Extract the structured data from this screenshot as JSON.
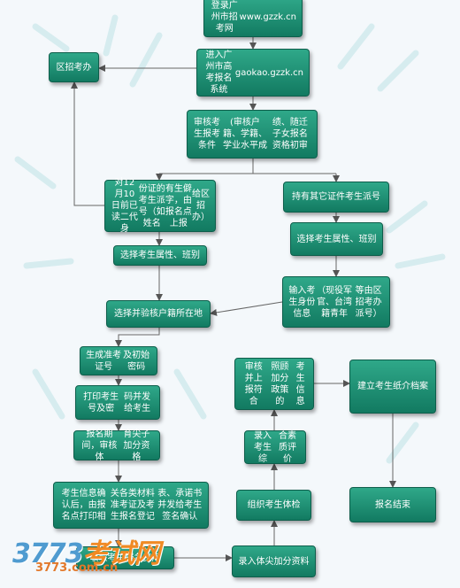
{
  "nodes": {
    "login": [
      "登录广州市招考网",
      "www.gzzk.cn"
    ],
    "enter_system": [
      "进入广州市高考报名系统",
      "gaokao.gzzk.cn"
    ],
    "district_office": [
      "区招考办"
    ],
    "review": [
      "审核考生报考条件",
      "(审核户籍、学籍、学业水平成",
      "绩、随迁子女报名资格初审"
    ],
    "id_card_assign": [
      "对12月10日前已读二代身",
      "份证的考生派号（如姓名",
      "有生僻字，由报名点上报",
      "给区招办）"
    ],
    "other_id_assign": [
      "持有其它证件考生派号"
    ],
    "select_attr_left": [
      "选择考生属性、班别"
    ],
    "select_attr_right": [
      "选择考生属性、班别"
    ],
    "enter_info": [
      "输入考生身份信息",
      "（现役军官、台湾籍青年",
      "等由区招考办派号）"
    ],
    "select_household": [
      "选择并验核户籍所在地"
    ],
    "gen_number": [
      "生成准考证号",
      "及初始密码"
    ],
    "print_number": [
      "打印考生号及密",
      "码并发给考生"
    ],
    "sports_review": [
      "报名期间，审核体",
      "育尖子加分资格"
    ],
    "confirm_info": [
      "考生信息确认后，由报名点打印相",
      "关各类材料准考证及考生报名登记",
      "表、承诺书并发给考生签名确认"
    ],
    "collect_fee": [
      "收取考生报名费用"
    ],
    "sports_material": [
      "录入体尖加分资",
      "料"
    ],
    "physical_exam": [
      "组织考生体检"
    ],
    "quality_eval": [
      "录入考生综",
      "合素质评价"
    ],
    "bonus_review": [
      "审核并上报符合",
      "照顾加分政策的",
      "考生信息"
    ],
    "paper_archive": [
      "建立考生纸介档案"
    ],
    "finish": [
      "报名结束"
    ]
  },
  "watermark": {
    "main_a": "3773",
    "main_b": "考试网",
    "sub": "3773.com.cn"
  }
}
